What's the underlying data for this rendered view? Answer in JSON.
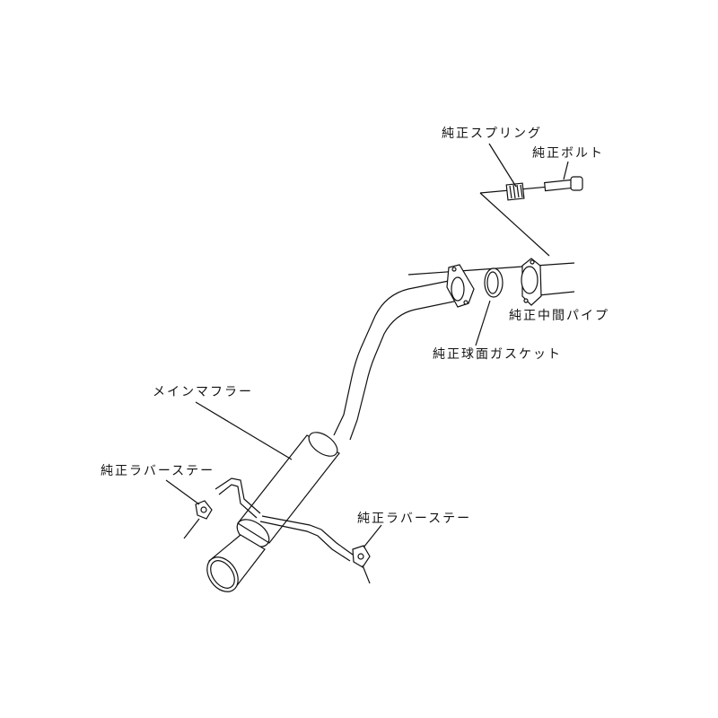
{
  "labels": {
    "spring": "純正スプリング",
    "bolt": "純正ボルト",
    "mid_pipe": "純正中間パイプ",
    "gasket": "純正球面ガスケット",
    "main_muffler": "メインマフラー",
    "rubber_stay_left": "純正ラバーステー",
    "rubber_stay_right": "純正ラバーステー"
  }
}
